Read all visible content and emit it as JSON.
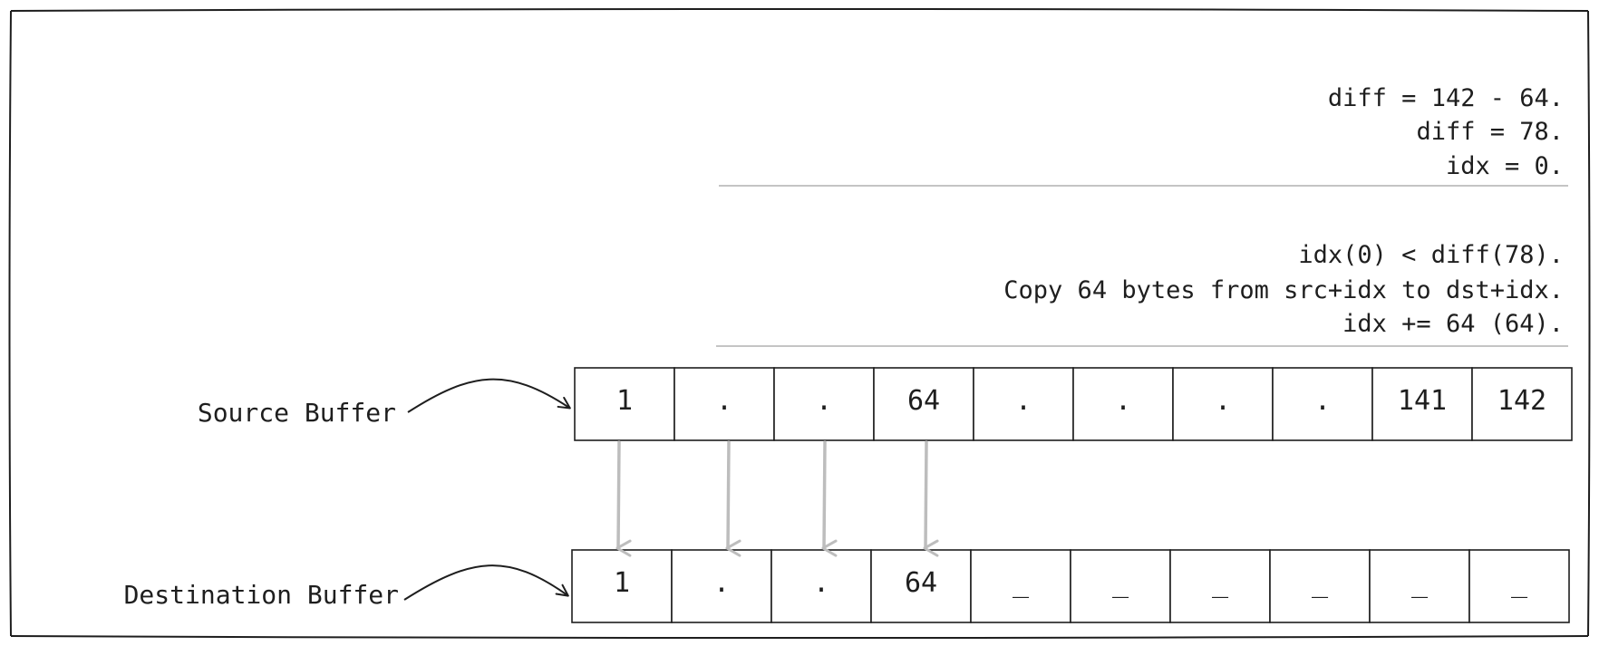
{
  "step1": {
    "lines": [
      "diff = 142 - 64.",
      "diff = 78.",
      "idx = 0."
    ]
  },
  "step2": {
    "lines": [
      "idx(0) < diff(78).",
      "Copy 64 bytes from src+idx to dst+idx.",
      "idx += 64 (64)."
    ]
  },
  "source_buffer": {
    "label": "Source Buffer",
    "cells": [
      "1",
      ".",
      ".",
      "64",
      ".",
      ".",
      ".",
      ".",
      "141",
      "142"
    ]
  },
  "destination_buffer": {
    "label": "Destination Buffer",
    "cells": [
      "1",
      ".",
      ".",
      "64",
      "_",
      "_",
      "_",
      "_",
      "_",
      "_"
    ]
  },
  "copied_cell_count": 4,
  "colors": {
    "ink": "#1e1e1e",
    "separator": "#c4c4c4",
    "copy_arrow": "#bdbdbd"
  }
}
